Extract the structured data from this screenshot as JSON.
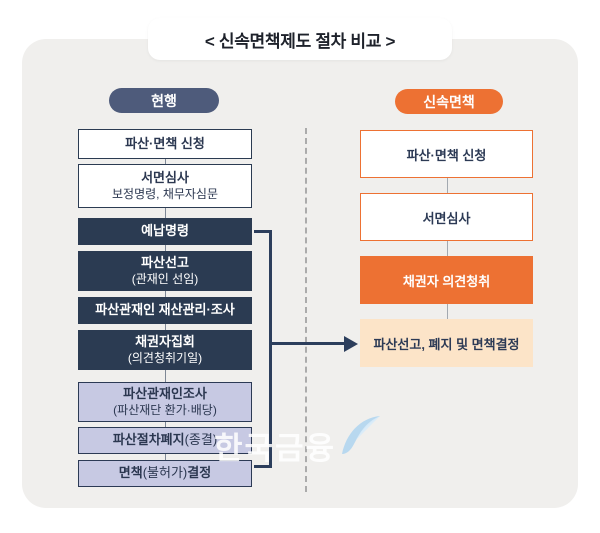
{
  "title": "< 신속면책제도 절차 비교 >",
  "left": {
    "header": "현행",
    "boxes": [
      {
        "bold1": "파산·면책 신청"
      },
      {
        "bold1": "서면심사",
        "sub": "보정명령, 채무자심문"
      },
      {
        "bold1": "예납명령"
      },
      {
        "bold1": "파산선고",
        "sub": "(관재인 선임)"
      },
      {
        "bold1": "파산관재인 재산관리·조사"
      },
      {
        "bold1": "채권자집회",
        "sub": "(의견청취기일)"
      },
      {
        "bold1": "파산관재인조사",
        "sub": "(파산재단 환가·배당)"
      },
      {
        "bold1": "파산절차폐지",
        "reg1": "(종결)"
      },
      {
        "bold1": "면책",
        "reg1": "(불허가)",
        "bold2": "결정"
      }
    ]
  },
  "right": {
    "header": "신속면책",
    "boxes": [
      {
        "label": "파산·면책 신청"
      },
      {
        "label": "서면심사"
      },
      {
        "label": "채권자 의견청취"
      },
      {
        "label": "파산선고, 폐지 및 면책결정"
      }
    ]
  },
  "watermark": "한국금융",
  "colors": {
    "card_bg": "#f0efed",
    "navy_dark": "#2b3b52",
    "slate_pill": "#4e5b7b",
    "purple_fill": "#c7c9e3",
    "orange": "#ed7133",
    "peach": "#fce4c8",
    "navy_text": "#2c3a55",
    "arrow_navy": "#2c3e5c"
  }
}
